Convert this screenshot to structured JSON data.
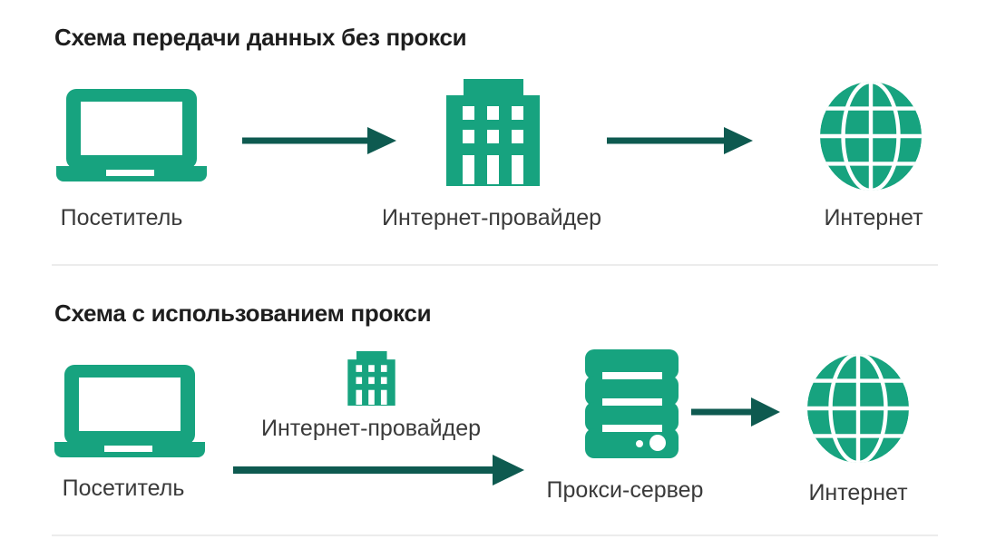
{
  "colors": {
    "icon_green": "#17a37f",
    "arrow_teal": "#0e5a50",
    "title_text": "#1e1e1e",
    "label_text": "#3a3a3a",
    "divider": "#ececec",
    "background": "#ffffff"
  },
  "sections": [
    {
      "title": "Схема передачи данных без прокси",
      "nodes": [
        {
          "icon": "laptop-icon",
          "label": "Посетитель"
        },
        {
          "icon": "building-icon",
          "label": "Интернет-провайдер"
        },
        {
          "icon": "globe-icon",
          "label": "Интернет"
        }
      ]
    },
    {
      "title": "Схема с использованием прокси",
      "nodes": [
        {
          "icon": "laptop-icon",
          "label": "Посетитель"
        },
        {
          "icon": "building-icon",
          "label": "Интернет-провайдер"
        },
        {
          "icon": "server-icon",
          "label": "Прокси-сервер"
        },
        {
          "icon": "globe-icon",
          "label": "Интернет"
        }
      ]
    }
  ]
}
